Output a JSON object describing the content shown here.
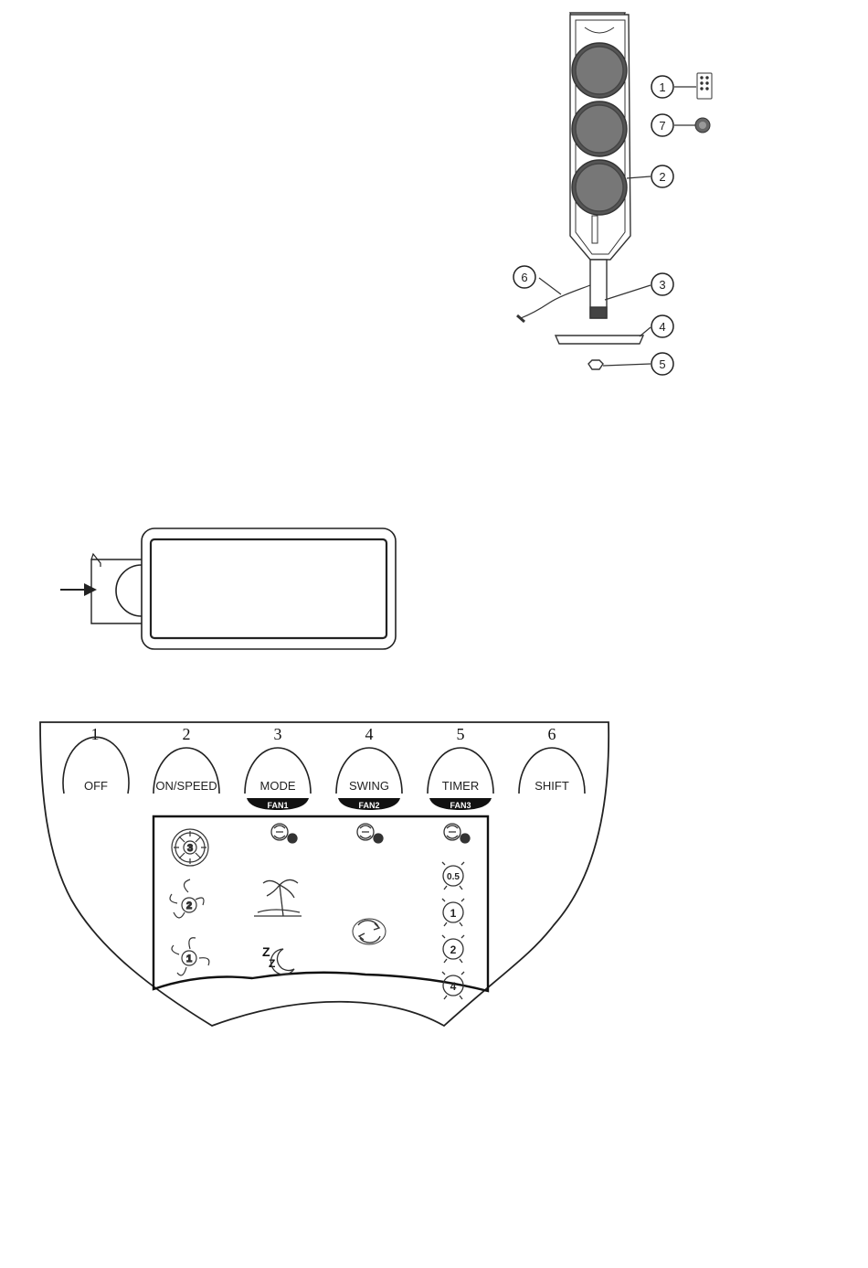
{
  "exploded_view": {
    "callouts": [
      {
        "number": "1",
        "part": "remote control"
      },
      {
        "number": "7",
        "part": "small disc component"
      },
      {
        "number": "2",
        "part": "fan tower body"
      },
      {
        "number": "6",
        "part": "power cord"
      },
      {
        "number": "3",
        "part": "stand pole"
      },
      {
        "number": "4",
        "part": "base plate"
      },
      {
        "number": "5",
        "part": "fixing knob"
      }
    ]
  },
  "battery_diagram": {
    "arrow_icon": "arrow-right-icon"
  },
  "control_panel": {
    "buttons": [
      {
        "number": "1",
        "label": "OFF",
        "sub_label": ""
      },
      {
        "number": "2",
        "label": "ON/SPEED",
        "sub_label": ""
      },
      {
        "number": "3",
        "label": "MODE",
        "sub_label": "FAN1"
      },
      {
        "number": "4",
        "label": "SWING",
        "sub_label": "FAN2"
      },
      {
        "number": "5",
        "label": "TIMER",
        "sub_label": "FAN3"
      },
      {
        "number": "6",
        "label": "SHIFT",
        "sub_label": ""
      }
    ],
    "indicators": {
      "fan_mode_icons": [
        {
          "icon": "fan-mode-icon",
          "number": "1"
        },
        {
          "icon": "fan-mode-icon",
          "number": "2"
        },
        {
          "icon": "fan-mode-icon",
          "number": "3"
        }
      ],
      "speed_icons": [
        {
          "icon": "fan-speed-icon",
          "number": "3"
        },
        {
          "icon": "fan-speed-icon",
          "number": "2"
        },
        {
          "icon": "fan-speed-icon",
          "number": "1"
        }
      ],
      "mode_icons": [
        "palm-tree-icon",
        "sleep-moon-icon"
      ],
      "swing_icon": "swing-rotate-icon",
      "timer_icons": [
        {
          "icon": "alarm-clock-icon",
          "number": "0.5"
        },
        {
          "icon": "alarm-clock-icon",
          "number": "1"
        },
        {
          "icon": "alarm-clock-icon",
          "number": "2"
        },
        {
          "icon": "alarm-clock-icon",
          "number": "4"
        }
      ]
    }
  }
}
